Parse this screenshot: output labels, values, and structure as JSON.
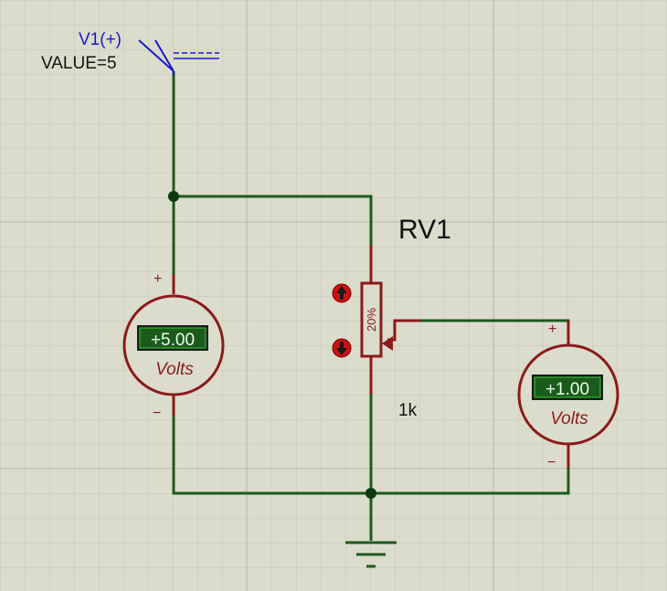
{
  "source": {
    "name": "V1(+)",
    "value_text": "VALUE=5"
  },
  "potentiometer": {
    "ref": "RV1",
    "value": "1k",
    "wiper_percent": "20%",
    "increment_icon": "arrow-up-icon",
    "decrement_icon": "arrow-down-icon"
  },
  "voltmeters": [
    {
      "reading": "+5.00",
      "unit": "Volts",
      "plus": "+",
      "minus": "−"
    },
    {
      "reading": "+1.00",
      "unit": "Volts",
      "plus": "+",
      "minus": "−"
    }
  ],
  "colors": {
    "background": "#dcdccc",
    "wire": "#1e5a1e",
    "component": "#8b1a1a",
    "meter_body": "#dcdccc",
    "display_bg": "#1c5a1c",
    "display_text": "#e8ffe8",
    "label_blue": "#1a1acc"
  }
}
